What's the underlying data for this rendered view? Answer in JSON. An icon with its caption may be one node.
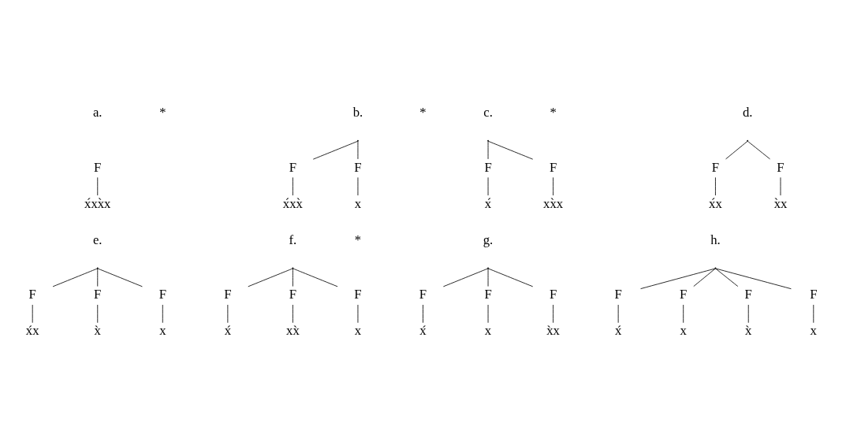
{
  "diagram": {
    "nodes": [
      {
        "text": [
          "F"
        ]
      },
      {
        "text": [
          "x́xx̀x"
        ]
      },
      {
        "text": [],
        "shape": "point"
      },
      {
        "text": [
          "F"
        ]
      },
      {
        "text": [
          "F"
        ]
      },
      {
        "text": [
          "x́xx̀"
        ]
      },
      {
        "text": [
          "x"
        ]
      },
      {
        "text": [],
        "shape": "point"
      },
      {
        "text": [
          "F"
        ]
      },
      {
        "text": [
          "F"
        ]
      },
      {
        "text": [
          "x́"
        ]
      },
      {
        "text": [
          "xx̀x"
        ]
      },
      {
        "text": [],
        "shape": "point"
      },
      {
        "text": [
          "F"
        ]
      },
      {
        "text": [
          "F"
        ]
      },
      {
        "text": [
          "x́x"
        ]
      },
      {
        "text": [
          "x̀x"
        ]
      },
      {
        "text": [],
        "shape": "point"
      },
      {
        "text": [
          "F"
        ]
      },
      {
        "text": [
          "F"
        ]
      },
      {
        "text": [
          "F"
        ]
      },
      {
        "text": [
          "x́x"
        ]
      },
      {
        "text": [
          "x̀"
        ]
      },
      {
        "text": [
          "x"
        ]
      },
      {
        "text": [],
        "shape": "point"
      },
      {
        "text": [
          "F"
        ]
      },
      {
        "text": [
          "F"
        ]
      },
      {
        "text": [
          "F"
        ]
      },
      {
        "text": [
          "x́"
        ]
      },
      {
        "text": [
          "xx̀"
        ]
      },
      {
        "text": [
          "x"
        ]
      },
      {
        "text": [],
        "shape": "point"
      },
      {
        "text": [
          "F"
        ]
      },
      {
        "text": [
          "F"
        ]
      },
      {
        "text": [
          "F"
        ]
      },
      {
        "text": [
          "x́"
        ]
      },
      {
        "text": [
          "x"
        ]
      },
      {
        "text": [
          "x̀x"
        ]
      },
      {
        "text": [],
        "shape": "point"
      },
      {
        "text": [
          "F"
        ]
      },
      {
        "text": [
          "F"
        ]
      },
      {
        "text": [
          "F"
        ]
      },
      {
        "text": [
          "F"
        ]
      },
      {
        "text": [
          "x́"
        ]
      },
      {
        "text": [
          "x"
        ]
      },
      {
        "text": [
          "x̀"
        ]
      },
      {
        "text": [
          "x"
        ]
      }
    ],
    "edges": [
      {
        "from": 0,
        "to": 1,
        "arrow": "none"
      },
      {
        "from": 2,
        "to": 3,
        "arrow": "none"
      },
      {
        "from": 2,
        "to": 4,
        "arrow": "none"
      },
      {
        "from": 3,
        "to": 5,
        "arrow": "none"
      },
      {
        "from": 4,
        "to": 6,
        "arrow": "none"
      },
      {
        "from": 7,
        "to": 8,
        "arrow": "none"
      },
      {
        "from": 7,
        "to": 9,
        "arrow": "none"
      },
      {
        "from": 8,
        "to": 10,
        "arrow": "none"
      },
      {
        "from": 9,
        "to": 11,
        "arrow": "none"
      },
      {
        "from": 12,
        "to": 13,
        "arrow": "none"
      },
      {
        "from": 12,
        "to": 14,
        "arrow": "none"
      },
      {
        "from": 13,
        "to": 15,
        "arrow": "none"
      },
      {
        "from": 14,
        "to": 16,
        "arrow": "none"
      },
      {
        "from": 17,
        "to": 18,
        "arrow": "none"
      },
      {
        "from": 17,
        "to": 19,
        "arrow": "none"
      },
      {
        "from": 17,
        "to": 20,
        "arrow": "none"
      },
      {
        "from": 18,
        "to": 21,
        "arrow": "none"
      },
      {
        "from": 19,
        "to": 22,
        "arrow": "none"
      },
      {
        "from": 20,
        "to": 23,
        "arrow": "none"
      },
      {
        "from": 24,
        "to": 25,
        "arrow": "none"
      },
      {
        "from": 24,
        "to": 26,
        "arrow": "none"
      },
      {
        "from": 24,
        "to": 27,
        "arrow": "none"
      },
      {
        "from": 25,
        "to": 28,
        "arrow": "none"
      },
      {
        "from": 26,
        "to": 29,
        "arrow": "none"
      },
      {
        "from": 27,
        "to": 30,
        "arrow": "none"
      },
      {
        "from": 31,
        "to": 32,
        "arrow": "none"
      },
      {
        "from": 31,
        "to": 33,
        "arrow": "none"
      },
      {
        "from": 31,
        "to": 34,
        "arrow": "none"
      },
      {
        "from": 32,
        "to": 35,
        "arrow": "none"
      },
      {
        "from": 33,
        "to": 36,
        "arrow": "none"
      },
      {
        "from": 34,
        "to": 37,
        "arrow": "none"
      },
      {
        "from": 38,
        "to": 39,
        "arrow": "none"
      },
      {
        "from": 38,
        "to": 40,
        "arrow": "none"
      },
      {
        "from": 38,
        "to": 41,
        "arrow": "none"
      },
      {
        "from": 38,
        "to": 42,
        "arrow": "none"
      },
      {
        "from": 39,
        "to": 43,
        "arrow": "none"
      },
      {
        "from": 40,
        "to": 44,
        "arrow": "none"
      },
      {
        "from": 41,
        "to": 45,
        "arrow": "none"
      },
      {
        "from": 42,
        "to": 46,
        "arrow": "none"
      }
    ],
    "labels": [
      "a.",
      "*",
      "b.",
      "*",
      "c.",
      "*",
      "d.",
      "e.",
      "f.",
      "*",
      "g.",
      "h."
    ]
  }
}
